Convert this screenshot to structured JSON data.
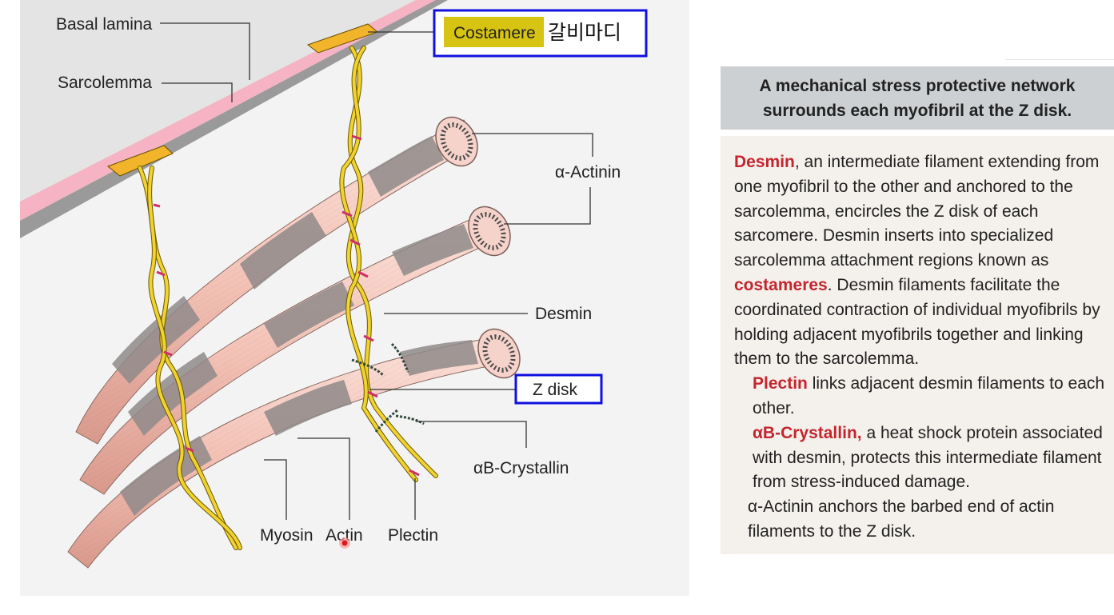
{
  "diagram": {
    "labels": {
      "basal_lamina": "Basal lamina",
      "sarcolemma": "Sarcolemma",
      "costamere": "Costamere",
      "costamere_korean": "갈비마디",
      "alpha_actinin": "α-Actinin",
      "desmin": "Desmin",
      "z_disk": "Z disk",
      "alpha_b_crystallin": "αB-Crystallin",
      "myosin": "Myosin",
      "actin": "Actin",
      "plectin": "Plectin"
    },
    "colors": {
      "highlight_box": "#1010e0",
      "costamere_fill": "#d6c312",
      "myofibril": "#f4c2b6",
      "myosin_band": "#8f8a8a",
      "desmin_filament": "#f0d230",
      "plectin_link": "#d0306a",
      "sarcolemma": "#f4b4c4",
      "cell_interior": "#e6e6e6"
    }
  },
  "info": {
    "title_line1": "A mechanical stress protective network",
    "title_line2": "surrounds each myofibril at the Z disk.",
    "p1_term": "Desmin",
    "p1_text1": ", an intermediate filament extending from one myofibril to the other and anchored to the sarcolemma, encircles the Z disk of each sarcomere. Desmin inserts into specialized sarcolemma attachment regions known as ",
    "p1_term2": "costameres",
    "p1_text2": ". Desmin filaments facilitate the coordinated contraction of individual myofibrils by holding adjacent myofibrils together and linking them to the sarcolemma.",
    "p2_term": "Plectin",
    "p2_text": " links adjacent desmin filaments to each other.",
    "p3_term": "αB-Crystallin,",
    "p3_text": " a heat shock protein associated with desmin, protects this intermediate filament from stress-induced damage.",
    "p4_text": "α-Actinin anchors the barbed end of actin filaments to the Z disk."
  }
}
